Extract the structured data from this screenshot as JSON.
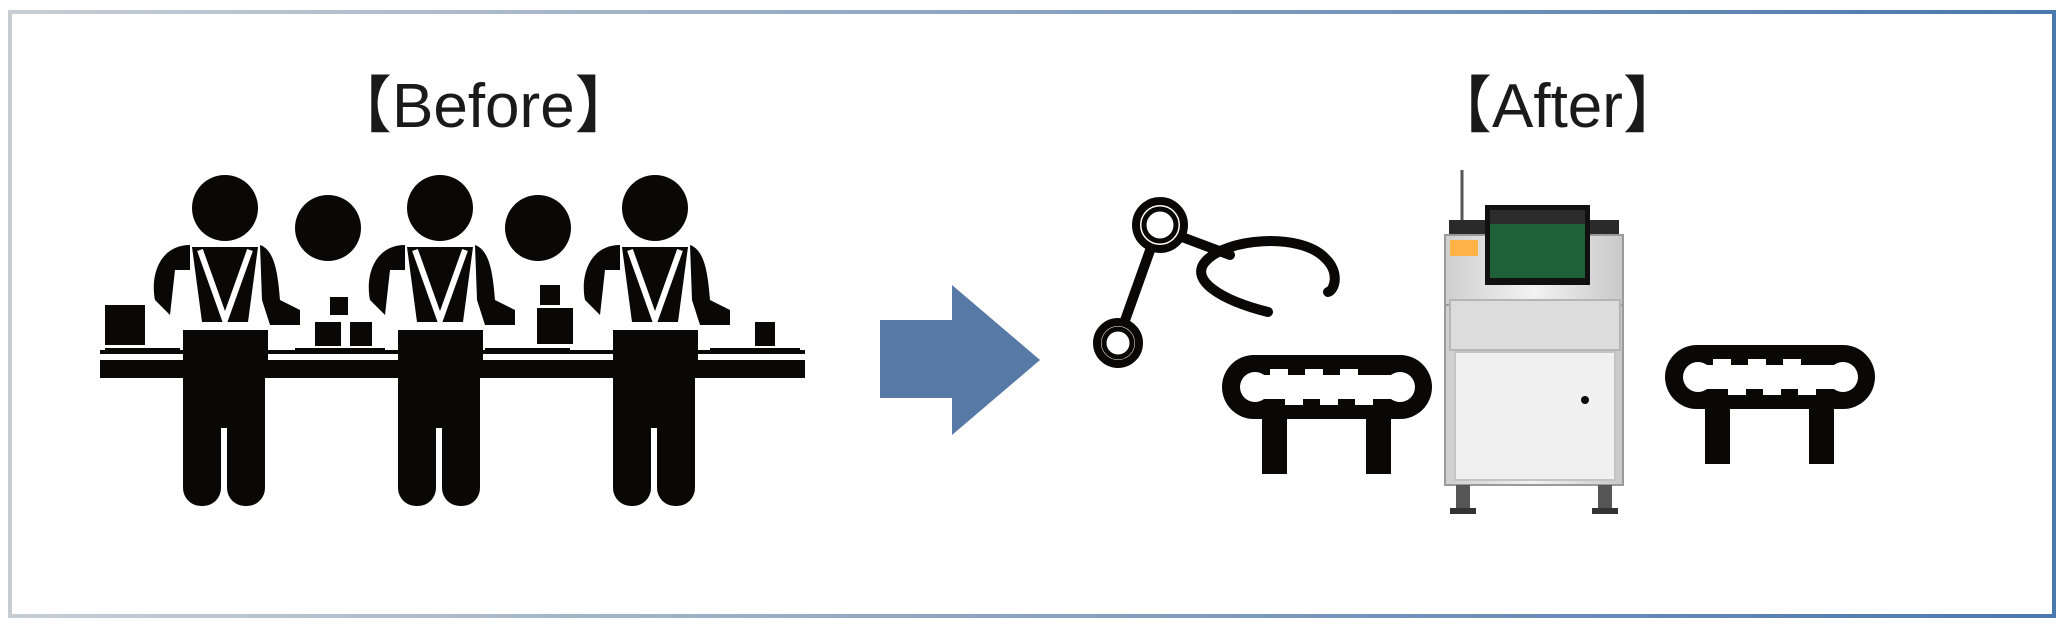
{
  "labels": {
    "before": "【Before】",
    "after": "【After】"
  },
  "colors": {
    "pictogram": "#0a0806",
    "arrow": "#5779a6",
    "frame_start": "#c8cdd4",
    "frame_end": "#4b78ad",
    "machine_body": "#e3e3e3",
    "screen": "#1f5f3a"
  },
  "icons": {
    "before_workers": [
      "person-icon",
      "person-icon",
      "person-icon"
    ],
    "before_extra_heads": [
      "head-icon",
      "head-icon"
    ],
    "transition": "right-arrow-icon",
    "after_items": [
      "robot-arm-icon",
      "conveyor-icon",
      "inspection-machine",
      "conveyor-icon"
    ]
  }
}
